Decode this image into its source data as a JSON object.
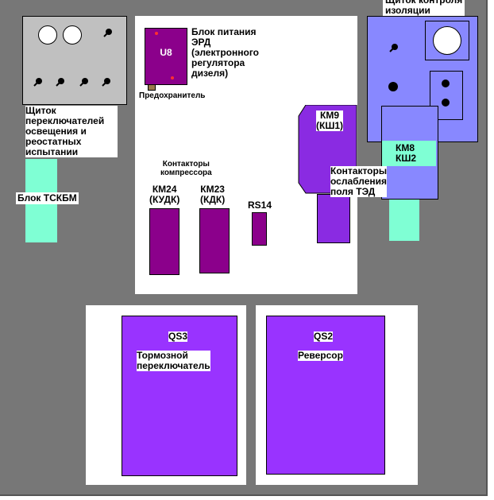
{
  "panel_switches": {
    "label": "Щиток\nпереключателей\nосвещения и\nреостатных\nиспытании"
  },
  "tskbm": {
    "label": "Блок ТСКБМ"
  },
  "erd": {
    "device": "U8",
    "label": "Блок питания\nЭРД\n(электронного\nрегулятора\nдизеля)",
    "fuse": "Предохранитель"
  },
  "compressor": {
    "label": "Контакторы\nкомпрессора",
    "km24": "КМ24\n(КУДК)",
    "km23": "КМ23\n(КДК)",
    "rs14": "RS14"
  },
  "field_weakening": {
    "km9": "КМ9\n(КШ1)",
    "label": "Контакторы\nослабления\nполя ТЭД",
    "km8": "КМ8\nКШ2"
  },
  "insulation": {
    "label": "Щиток контроля\nизоляции"
  },
  "qs3": {
    "id": "QS3",
    "label": "Тормозной\nпереключатель"
  },
  "qs2": {
    "id": "QS2",
    "label": "Реверсор"
  },
  "colors": {
    "background": "#777777",
    "purple": "#8b008b",
    "violet": "#8a2be2",
    "cyan": "#7fffd4",
    "lavender": "#8888ff",
    "panel_gray": "#c0c0c0"
  }
}
